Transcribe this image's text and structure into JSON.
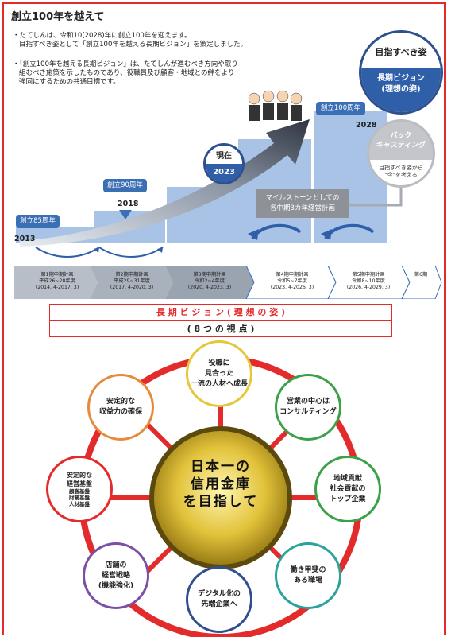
{
  "header": {
    "title": "創立100年を越えて"
  },
  "intro": {
    "bullet1": "・たてしんは、令和10(2028)年に創立100年を迎えます。",
    "bullet1b": "目指すべき姿として「創立100年を越える長期ビジョン」を策定しました。",
    "bullet2": "・「創立100年を越える長期ビジョン」は、たてしんが進むべき方向や取り",
    "bullet2b": "組むべき施策を示したものであり、役職員及び顧客・地域との絆をより",
    "bullet2c": "強固にするための共通目標です。"
  },
  "goal": {
    "top": "目指すべき姿",
    "bottom1": "長期ビジョン",
    "bottom2": "(理想の姿)"
  },
  "backcasting": {
    "title1": "バック",
    "title2": "キャスティング",
    "sub1": "目指すべき姿から",
    "sub2": "\"今\"を考える"
  },
  "milestones": {
    "m85": "創立85周年",
    "y2013": "2013",
    "m90": "創立90周年",
    "y2018": "2018",
    "now": "現在",
    "y2023": "2023",
    "m100": "創立100周年",
    "y2028": "2028"
  },
  "milestone_box": {
    "line1": "マイルストーンとしての",
    "line2": "各中期3カ年経営計画"
  },
  "phases": [
    {
      "name": "第1期中期計画",
      "era": "平成26~28年度",
      "range": "(2014. 4-2017. 3)"
    },
    {
      "name": "第2期中期計画",
      "era": "平成29~31年度",
      "range": "(2017. 4-2020. 3)"
    },
    {
      "name": "第3期中期計画",
      "era": "令和2~4年度",
      "range": "(2020. 4-2023. 3)"
    },
    {
      "name": "第4期中期計画",
      "era": "令和5~7年度",
      "range": "(2023. 4-2026. 3)"
    },
    {
      "name": "第5期中期計画",
      "era": "令和8~10年度",
      "range": "(2026. 4-2029. 3)"
    },
    {
      "name": "第6期",
      "era": "…",
      "range": ""
    }
  ],
  "vision_banner": {
    "title": "長 期 ビ ジ ョ ン ( 理 想 の 姿 )",
    "sub": "( 8 つ の 視 点 )"
  },
  "center": {
    "line1": "日本一の",
    "line2": "信用金庫",
    "line3": "を目指して"
  },
  "views": [
    {
      "l1": "役職に",
      "l2": "見合った",
      "l3": "一流の人材へ成長",
      "l4": ""
    },
    {
      "l1": "営業の中心は",
      "l2": "コンサルティング",
      "l3": "",
      "l4": ""
    },
    {
      "l1": "地域貢献",
      "l2": "社会貢献の",
      "l3": "トップ企業",
      "l4": ""
    },
    {
      "l1": "働き甲斐の",
      "l2": "ある職場",
      "l3": "",
      "l4": ""
    },
    {
      "l1": "デジタル化の",
      "l2": "先端企業へ",
      "l3": "",
      "l4": ""
    },
    {
      "l1": "店舗の",
      "l2": "経営戦略",
      "l3": "(機能強化)",
      "l4": ""
    },
    {
      "l1": "安定的な",
      "l2": "経営基盤",
      "l3": "顧客基盤",
      "l4": "財務基盤",
      "l5": "人材基盤"
    },
    {
      "l1": "安定的な",
      "l2": "収益力の確保",
      "l3": "",
      "l4": ""
    }
  ]
}
